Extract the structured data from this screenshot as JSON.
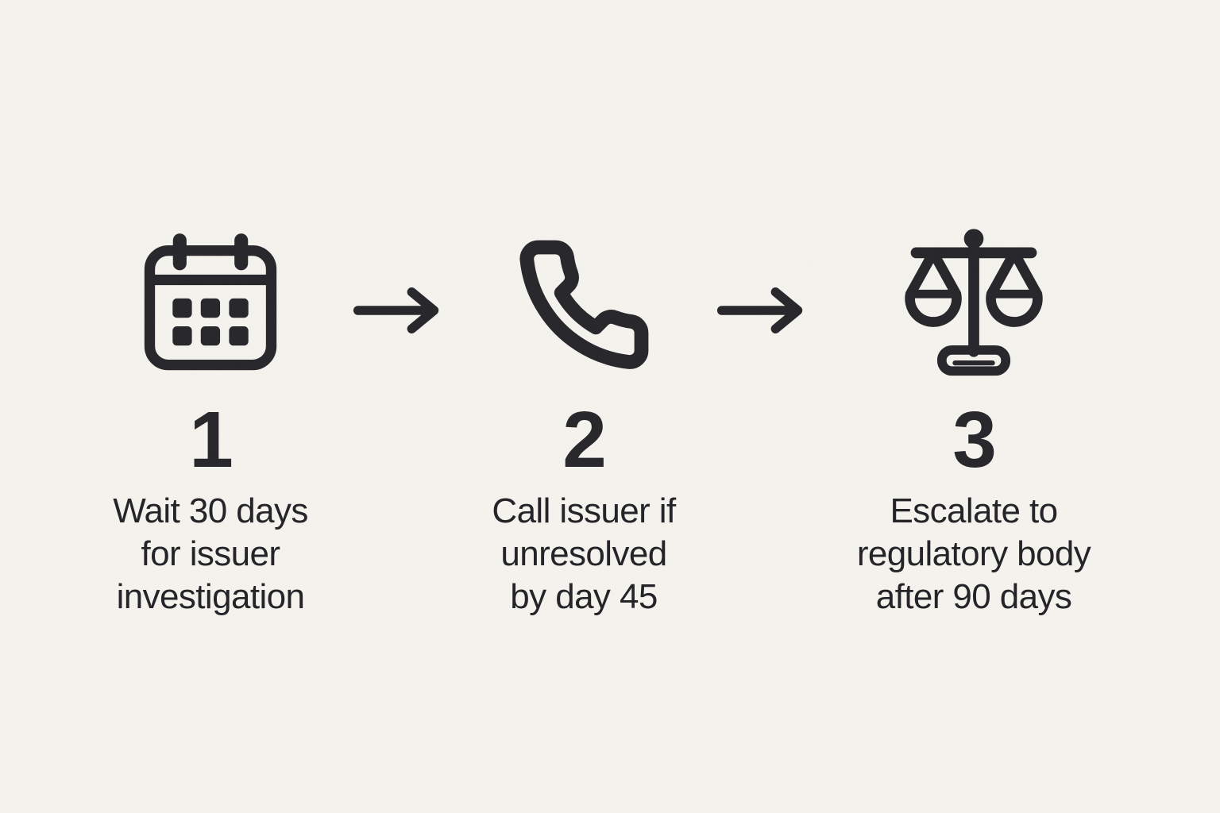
{
  "infographic": {
    "background_color": "#f6f4ee",
    "ink_color": "#232227",
    "steps": [
      {
        "icon": "calendar-icon",
        "number": "1",
        "lines": [
          "Wait 30 days",
          "for issuer",
          "investigation"
        ]
      },
      {
        "icon": "phone-icon",
        "number": "2",
        "lines": [
          "Call issuer if",
          "unresolved",
          "by day 45"
        ]
      },
      {
        "icon": "scales-icon",
        "number": "3",
        "lines": [
          "Escalate to",
          "regulatory body",
          "after 90 days"
        ]
      }
    ],
    "arrows": [
      "arrow-right",
      "arrow-right"
    ]
  }
}
